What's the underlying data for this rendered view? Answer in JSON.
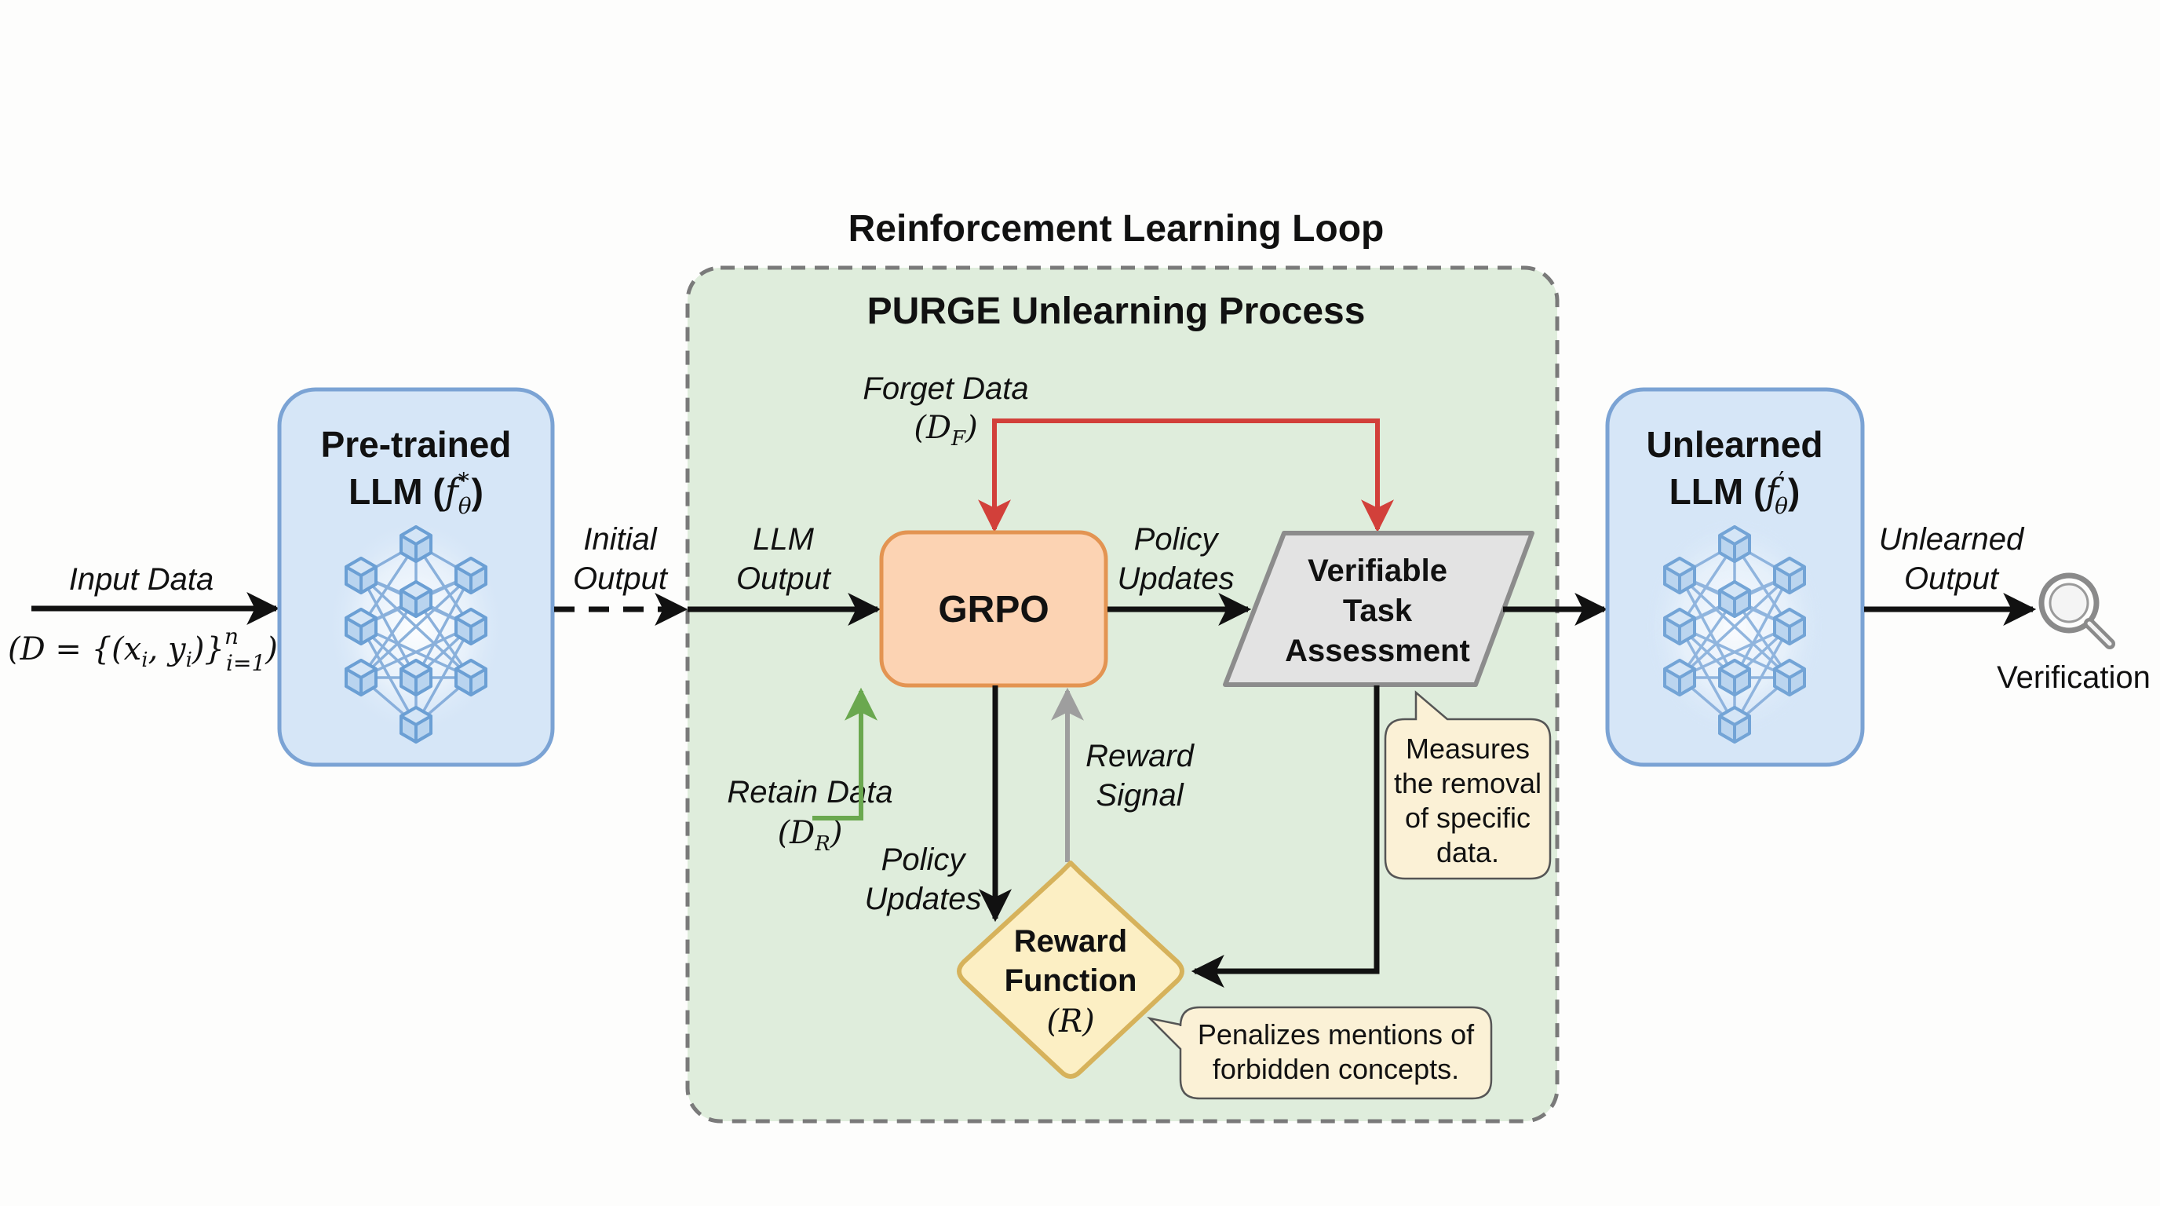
{
  "titles": {
    "outer": "Reinforcement Learning Loop",
    "inner": "PURGE Unlearning Process"
  },
  "input": {
    "label": "Input Data",
    "formula_prefix": "(D = {(x",
    "formula_i1": "i",
    "formula_mid": ", y",
    "formula_i2": "i",
    "formula_close": ")}",
    "formula_sup": "n",
    "formula_sub": "i=1",
    "formula_end": ")"
  },
  "pretrained": {
    "line1": "Pre-trained",
    "line2": "LLM (",
    "func": "f",
    "sup": "*",
    "sub": "θ",
    "close": ")",
    "icon": "neural-network-icon"
  },
  "initial_output": {
    "line1": "Initial",
    "line2": "Output"
  },
  "llm_output": {
    "line1": "LLM",
    "line2": "Output"
  },
  "forget": {
    "line1": "Forget Data",
    "sym": "D",
    "sub": "F"
  },
  "grpo": {
    "label": "GRPO"
  },
  "policy_updates_top": {
    "line1": "Policy",
    "line2": "Updates"
  },
  "verifiable": {
    "line1": "Verifiable",
    "line2": "Task",
    "line3": "Assessment"
  },
  "retain": {
    "line1": "Retain Data",
    "sym": "D",
    "sub": "R"
  },
  "policy_updates_bottom": {
    "line1": "Policy",
    "line2": "Updates"
  },
  "reward_signal": {
    "line1": "Reward",
    "line2": "Signal"
  },
  "reward_function": {
    "line1": "Reward",
    "line2": "Function",
    "sym": "R"
  },
  "callout_measures": {
    "lines": [
      "Measures",
      "the removal",
      "of specific",
      "data."
    ]
  },
  "callout_penalizes": {
    "lines": [
      "Penalizes mentions of",
      "forbidden concepts."
    ]
  },
  "unlearned": {
    "line1": "Unlearned",
    "line2": "LLM (",
    "func": "f",
    "sup": "′",
    "sub": "θ",
    "close": ")",
    "icon": "neural-network-icon"
  },
  "unlearned_output": {
    "line1": "Unlearned",
    "line2": "Output"
  },
  "verification": {
    "label": "Verification",
    "icon": "magnifier-icon"
  },
  "colors": {
    "llm_fill": "#d6e6f7",
    "llm_stroke": "#7ba3d4",
    "container_fill": "#dfeddc",
    "container_stroke": "#7a7a7a",
    "grpo_fill": "#fcd3b3",
    "grpo_stroke": "#e39452",
    "verif_fill": "#e3e3e3",
    "verif_stroke": "#8c8c8c",
    "reward_fill": "#fcefc4",
    "reward_stroke": "#d6b25b",
    "forget_arrow": "#d2403a",
    "retain_arrow": "#6aa84f",
    "reward_signal_arrow": "#9e9e9e",
    "callout_fill": "#fbf1d6",
    "callout_stroke": "#555555",
    "node_fill": "#b6d3ee",
    "node_stroke": "#6b9fd4"
  }
}
